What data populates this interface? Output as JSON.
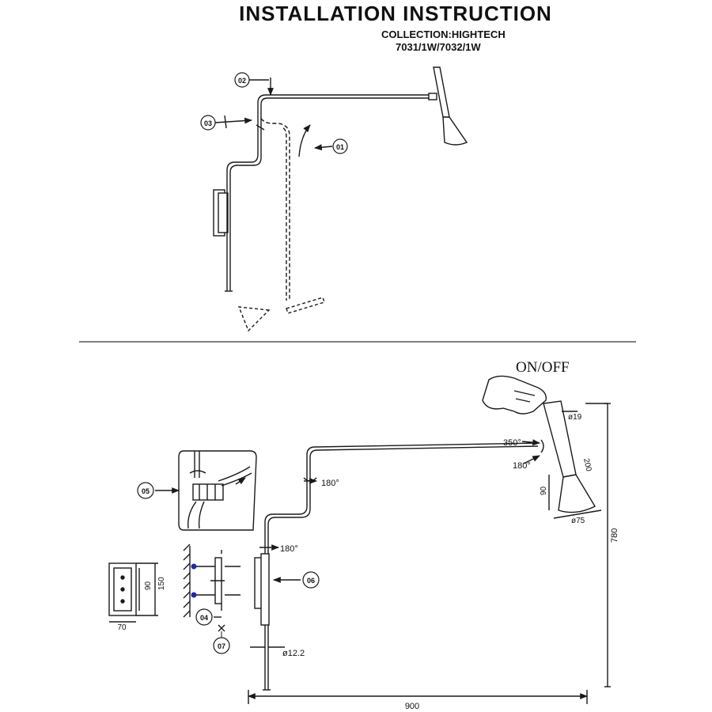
{
  "header": {
    "title": "INSTALLATION INSTRUCTION",
    "collection": "COLLECTION:HIGHTECH",
    "models": "7031/1W/7032/1W"
  },
  "callouts": {
    "c01": "01",
    "c02": "02",
    "c03": "03",
    "c04": "04",
    "c05": "05",
    "c06": "06",
    "c07": "07"
  },
  "labels": {
    "on_off": "ON/OFF",
    "rot_350": "350°",
    "rot_180_head": "180°",
    "rot_180_arm": "180°",
    "rot_180_base": "180°"
  },
  "dimensions": {
    "d19": "ø19",
    "d200": "200",
    "d90_head": "90",
    "d75": "ø75",
    "d780": "780",
    "d900": "900",
    "d12_2": "ø12.2",
    "d90_plate": "90",
    "d150": "150",
    "d70": "70"
  },
  "colors": {
    "line": "#1a1a1a",
    "screw_dot": "#1f2aa0"
  }
}
